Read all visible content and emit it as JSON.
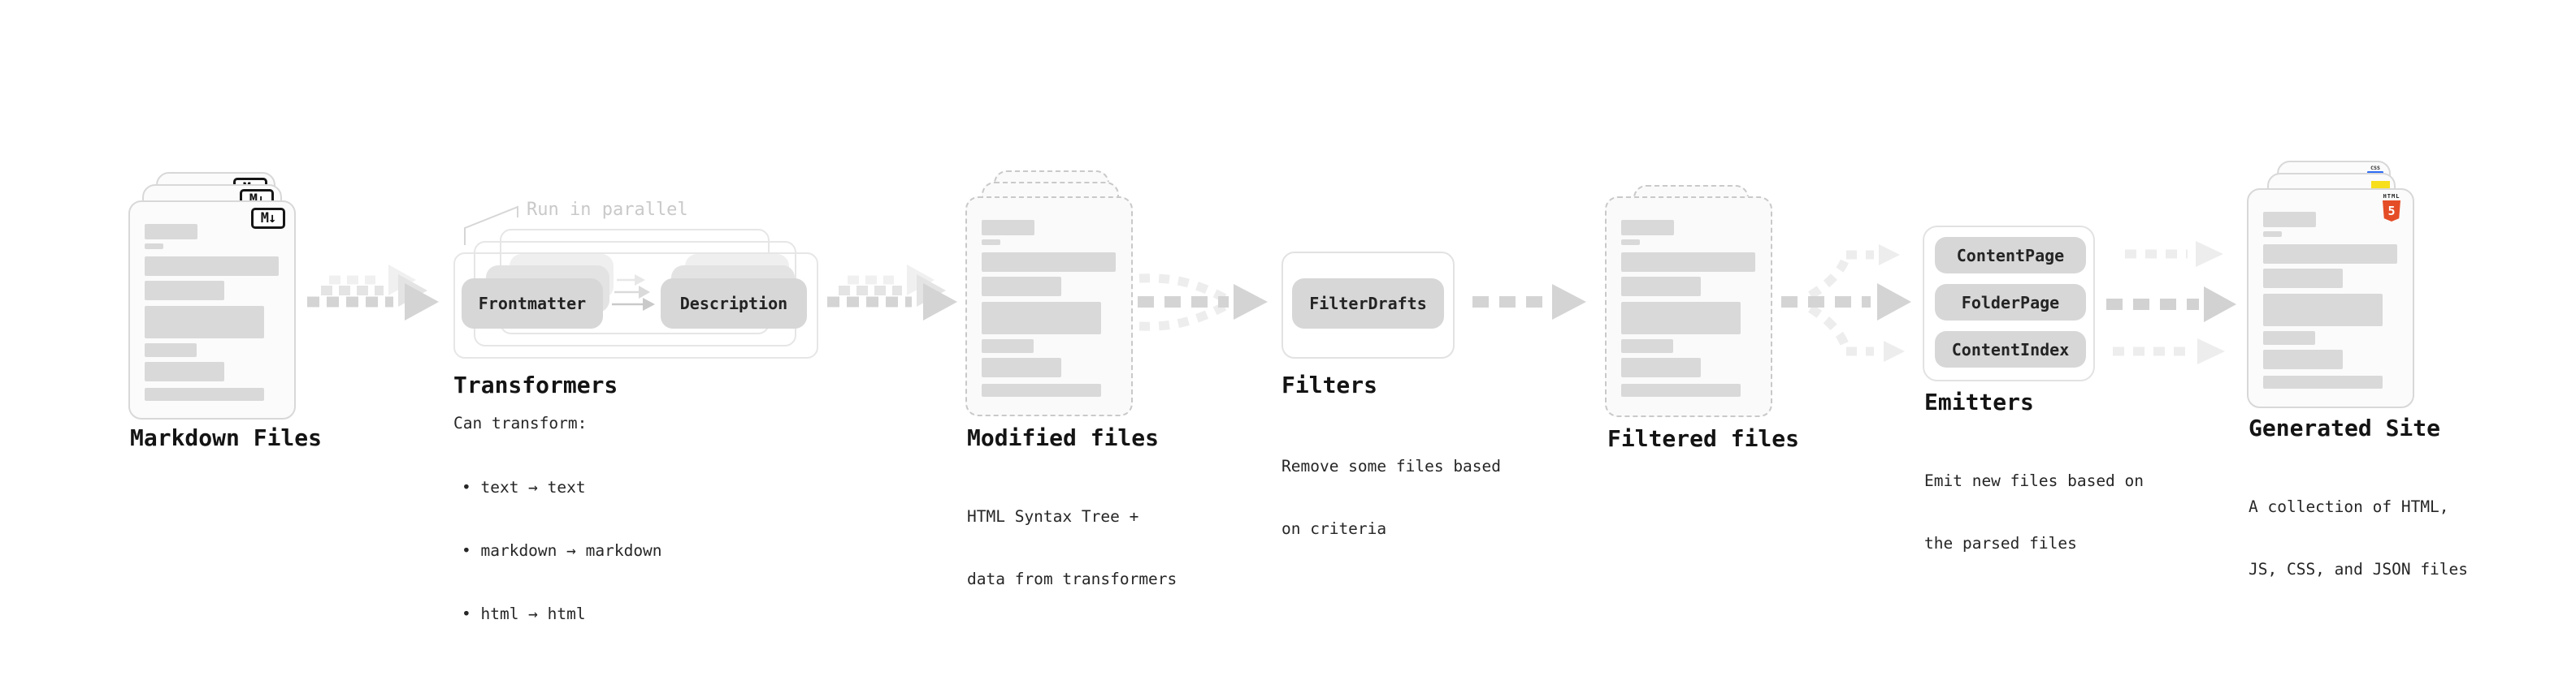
{
  "stages": {
    "markdown_files": {
      "label": "Markdown Files",
      "file_badge": "M↓"
    },
    "transformers": {
      "label": "Transformers",
      "parallel_note": "Run in parallel",
      "input_node": "Frontmatter",
      "output_node": "Description",
      "caption": "Can transform:",
      "bullets": [
        "• text → text",
        "• markdown → markdown",
        "• html → html"
      ]
    },
    "modified_files": {
      "label": "Modified files",
      "caption_lines": [
        "HTML Syntax Tree +",
        "data from transformers"
      ]
    },
    "filters": {
      "label": "Filters",
      "node": "FilterDrafts",
      "caption_lines": [
        "Remove some files based",
        "on criteria"
      ]
    },
    "filtered_files": {
      "label": "Filtered files"
    },
    "emitters": {
      "label": "Emitters",
      "nodes": [
        "ContentPage",
        "FolderPage",
        "ContentIndex"
      ],
      "caption_lines": [
        "Emit new files based on",
        "the parsed files"
      ]
    },
    "generated_site": {
      "label": "Generated Site",
      "caption_lines": [
        "A collection of HTML,",
        "JS, CSS, and JSON files"
      ],
      "badges": {
        "css": "CSS",
        "html_top": "HTML",
        "html_number": "5"
      }
    }
  },
  "colors": {
    "background": "#ffffff",
    "node_gray": "#d7d7d7",
    "placeholder_bar_gray": "#d9d9d9",
    "arrow_gray": "#d4d4d4",
    "arrow_ghost_gray": "#e4e4e4",
    "note_gray": "#c9c9c9",
    "markdown_badge_ink": "#161616",
    "html5_orange": "#e44d26",
    "js_yellow": "#f7df1e",
    "css_blue": "#2d6bf5"
  }
}
